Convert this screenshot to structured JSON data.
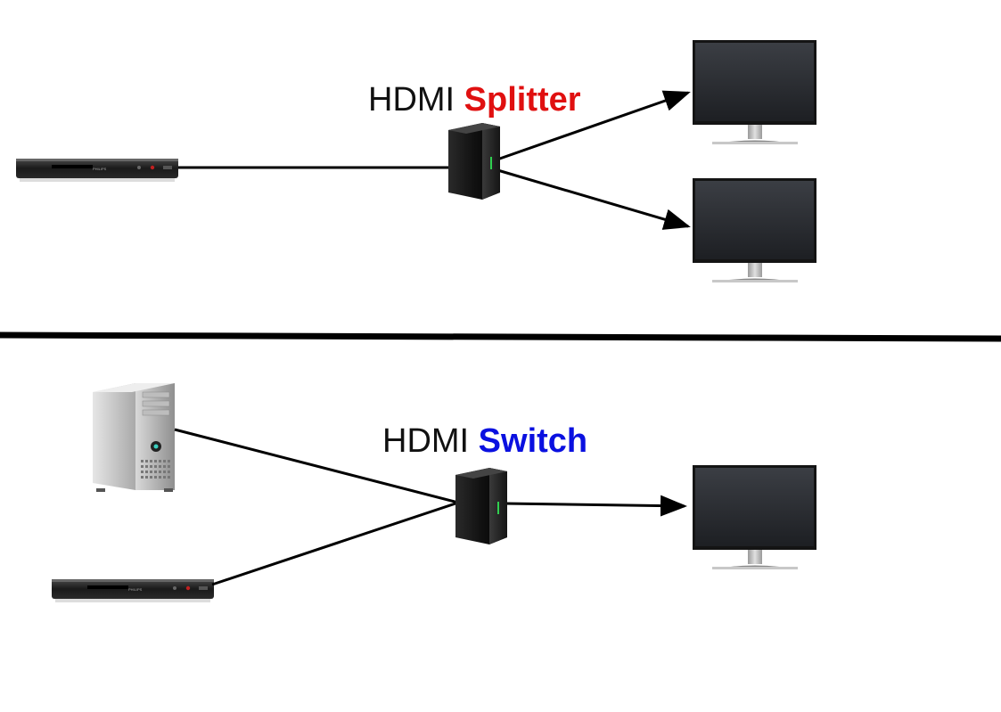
{
  "splitter": {
    "title_lead": "HDMI",
    "title_key": "Splitter",
    "key_color": "#e01010",
    "source_device": "bluray-player",
    "source_brand_text": "PHILIPS",
    "hub_device": "hdmi-box",
    "outputs": [
      "monitor",
      "monitor"
    ]
  },
  "switch": {
    "title_lead": "HDMI",
    "title_key": "Switch",
    "key_color": "#0a10e0",
    "source_devices": [
      "desktop-tower",
      "bluray-player"
    ],
    "source_brand_text": "PHILIPS",
    "hub_device": "hdmi-box",
    "outputs": [
      "monitor"
    ]
  },
  "colors": {
    "line": "#000000",
    "led": "#30d050"
  }
}
